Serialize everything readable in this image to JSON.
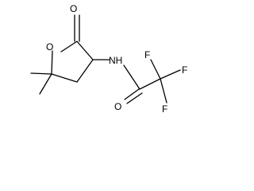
{
  "molecule": {
    "atoms": {
      "ring_oxygen": "O",
      "carbonyl_oxygen_lactone": "O",
      "amide_nitrogen": "NH",
      "carbonyl_oxygen_amide": "O",
      "fluorine_top_left": "F",
      "fluorine_top_right": "F",
      "fluorine_bottom": "F"
    },
    "colors": {
      "bond": "#000000",
      "label": "#000000",
      "background": "#ffffff"
    }
  }
}
